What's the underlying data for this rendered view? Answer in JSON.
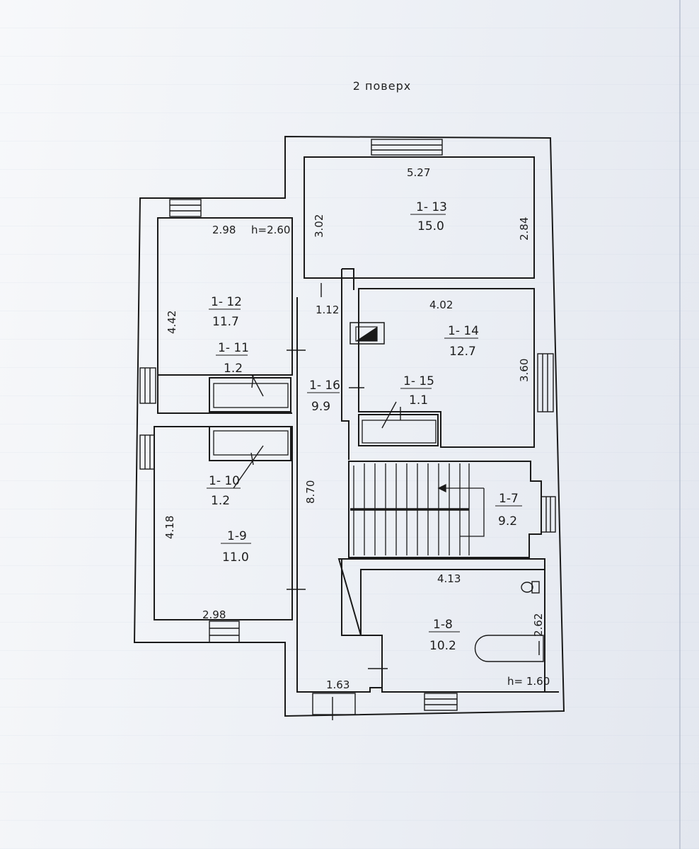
{
  "title": "2 поверх",
  "rooms": [
    {
      "id": "r13",
      "code": "1- 13",
      "area": "15.0"
    },
    {
      "id": "r12",
      "code": "1- 12",
      "area": "11.7"
    },
    {
      "id": "r11",
      "code": "1- 11",
      "area": "1.2"
    },
    {
      "id": "r14",
      "code": "1- 14",
      "area": "12.7"
    },
    {
      "id": "r15",
      "code": "1- 15",
      "area": "1.1"
    },
    {
      "id": "r16",
      "code": "1- 16",
      "area": "9.9"
    },
    {
      "id": "r10",
      "code": "1- 10",
      "area": "1.2"
    },
    {
      "id": "r9",
      "code": "1-9",
      "area": "11.0"
    },
    {
      "id": "r7",
      "code": "1-7",
      "area": "9.2"
    },
    {
      "id": "r8",
      "code": "1-8",
      "area": "10.2"
    }
  ],
  "dimensions": {
    "r13_width": "5.27",
    "r13_left": "3.02",
    "r13_right": "2.84",
    "r12_width": "2.98",
    "height_top": "h=2.60",
    "r12_height": "4.42",
    "corridor_top": "1.12",
    "r14_width": "4.02",
    "r14_height": "3.60",
    "corridor_length": "8.70",
    "r9_height": "4.18",
    "r9_width": "2.98",
    "r8_width": "4.13",
    "r8_height": "2.62",
    "corridor_bottom": "1.63",
    "height_bath": "h= 1.60"
  }
}
